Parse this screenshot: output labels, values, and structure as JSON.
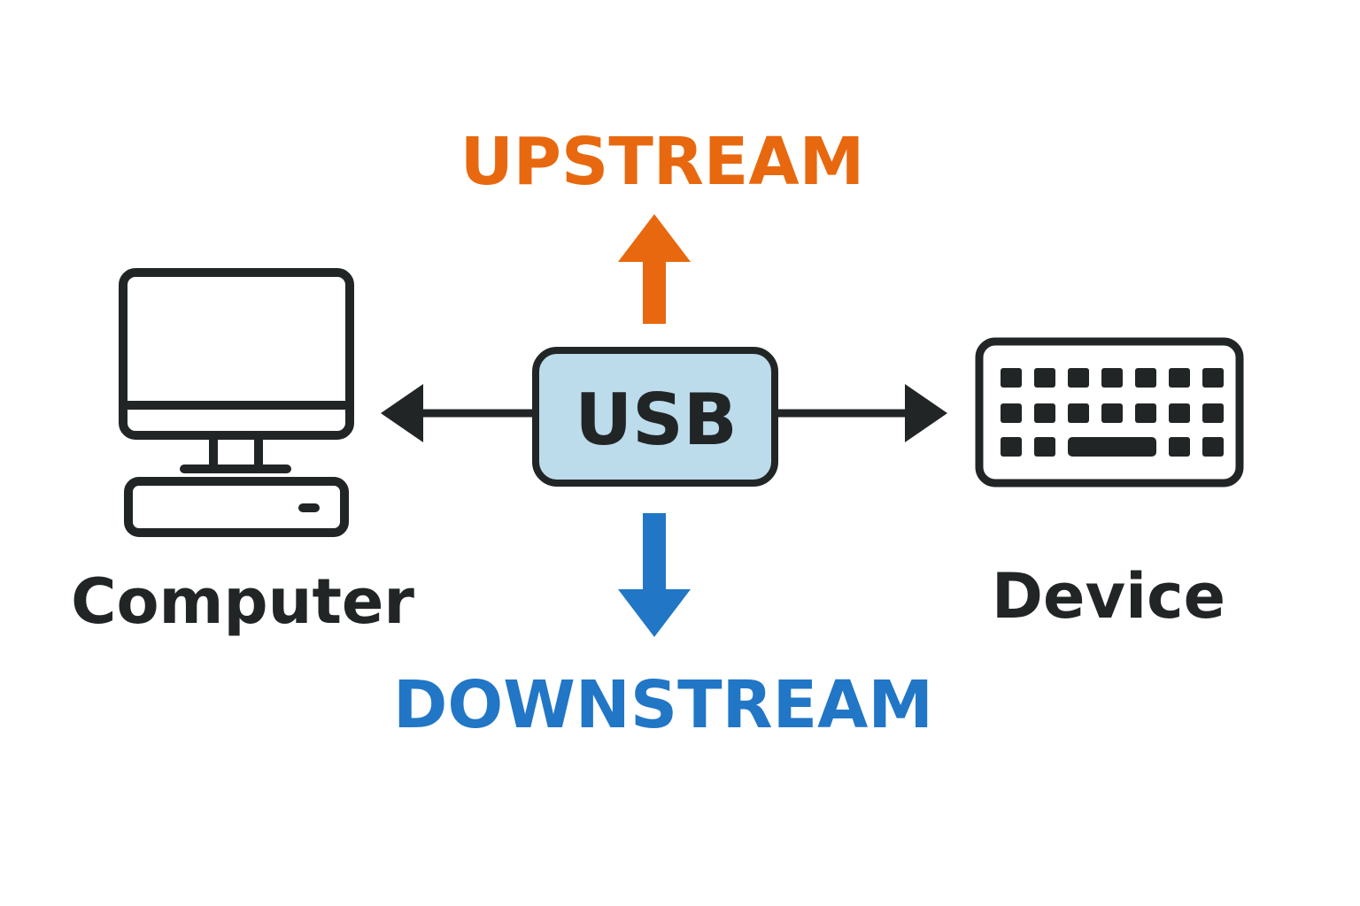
{
  "labels": {
    "upstream": "UPSTREAM",
    "downstream": "DOWNSTREAM",
    "usb": "USB",
    "computer": "Computer",
    "device": "Device"
  },
  "colors": {
    "upstream": "#e8680f",
    "downstream": "#2176c6",
    "usb_fill": "#bcdcec",
    "ink": "#222526"
  },
  "icons": {
    "left_node": "desktop-computer-icon",
    "right_node": "keyboard-icon"
  }
}
